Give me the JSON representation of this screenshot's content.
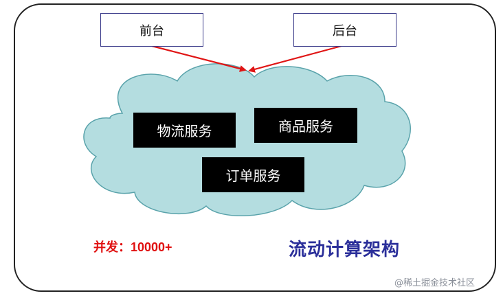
{
  "nodes": {
    "frontend": "前台",
    "backend": "后台",
    "logistics_service": "物流服务",
    "product_service": "商品服务",
    "order_service": "订单服务"
  },
  "concurrency": "并发：10000+",
  "title": "流动计算架构",
  "watermark": "@稀土掘金技术社区",
  "colors": {
    "cloud_fill": "#b4dde0",
    "cloud_stroke": "#5aa3ab",
    "arrow": "#e01515",
    "title": "#2b2f9a",
    "concurrency": "#e01010"
  }
}
